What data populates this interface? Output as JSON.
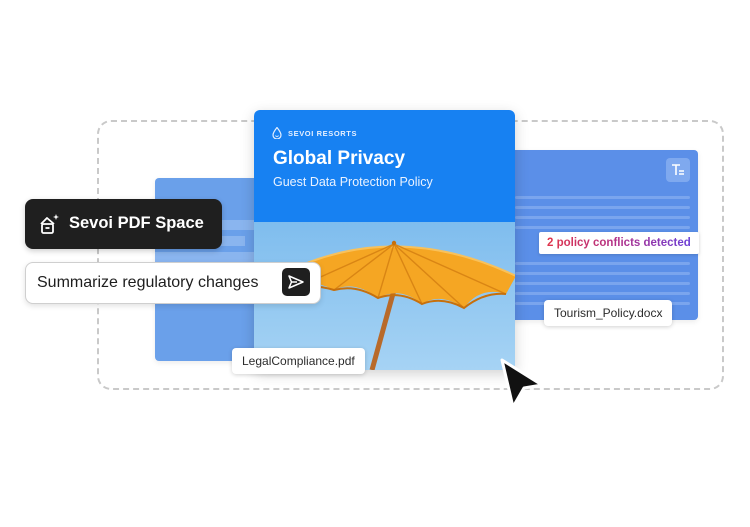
{
  "colors": {
    "card_blue": "#1781f2",
    "doc_blue": "#5b8fe8",
    "pill_dark": "#1f1f1f",
    "umbrella_orange": "#f5a623",
    "sky": "#8fc5f0"
  },
  "card": {
    "brand": "SEVOI RESORTS",
    "brand_icon": "water-drop-icon",
    "title": "Global Privacy",
    "subtitle": "Guest Data Protection Policy",
    "image_subject": "umbrella"
  },
  "files": {
    "left": "LegalCompliance.pdf",
    "right": "Tourism_Policy.docx"
  },
  "badge": {
    "text": "2 policy conflicts detected"
  },
  "space": {
    "label": "Sevoi PDF Space",
    "icon": "ai-document-icon"
  },
  "prompt": {
    "text": "Summarize regulatory changes",
    "send_icon": "send-icon"
  },
  "doc_right": {
    "icon": "text-format-icon"
  },
  "cursor": {
    "icon": "arrow-cursor-icon"
  }
}
